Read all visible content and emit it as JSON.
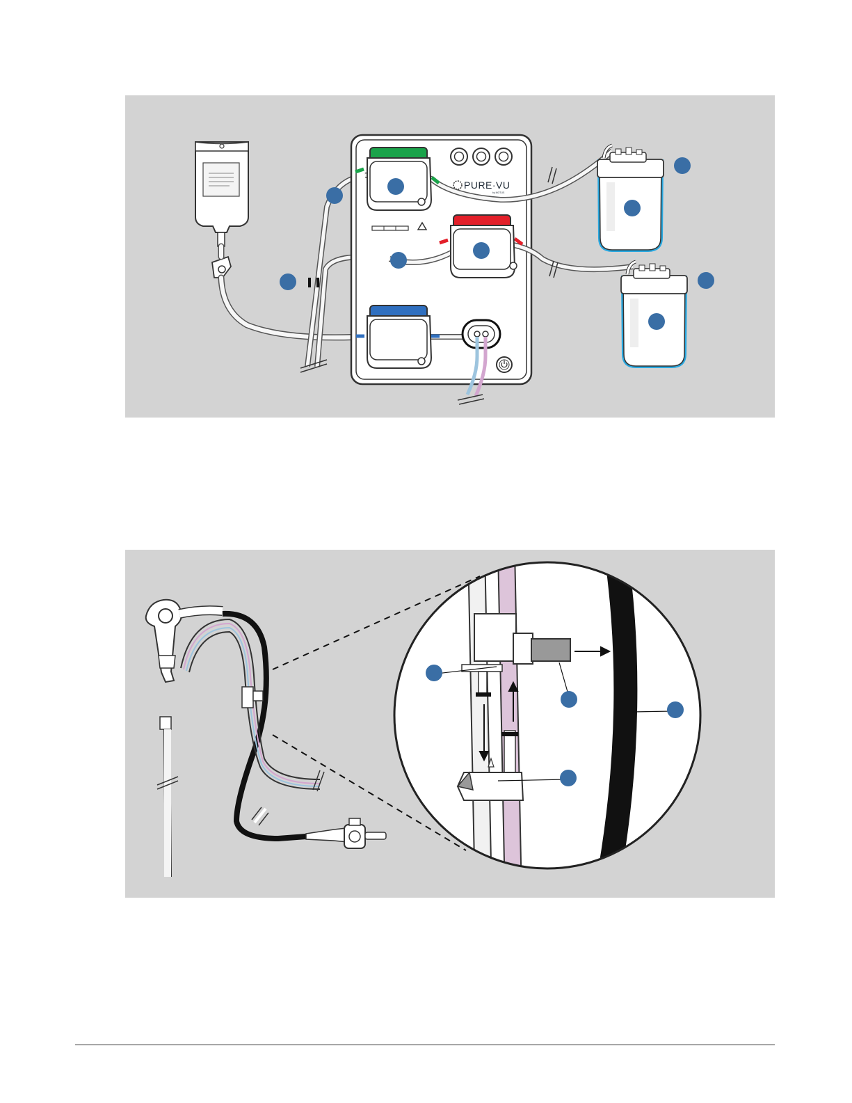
{
  "panels": [
    {
      "id": "pump-setup",
      "device_brand": "PURE·VU",
      "device_brand_sub": "by MOTUS",
      "components": [
        "saline-bag",
        "peristaltic-pump-green",
        "peristaltic-pump-red",
        "peristaltic-pump-blue",
        "connector-port",
        "power-button",
        "collection-canister-1",
        "collection-canister-2"
      ],
      "callouts": 9,
      "colors": {
        "green": "#1aa34a",
        "red": "#e3202a",
        "blue": "#2f6fbf",
        "canister_outline": "#29a8e0",
        "callout": "#3a6ea5"
      }
    },
    {
      "id": "scope-attachment",
      "components": [
        "endoscope",
        "clip-connector",
        "detail-magnifier"
      ],
      "callouts": 4,
      "colors": {
        "scope_tube": "#111111",
        "pink_line": "#d3a6cf",
        "blue_line": "#9dc4de",
        "callout": "#3a6ea5"
      }
    }
  ]
}
